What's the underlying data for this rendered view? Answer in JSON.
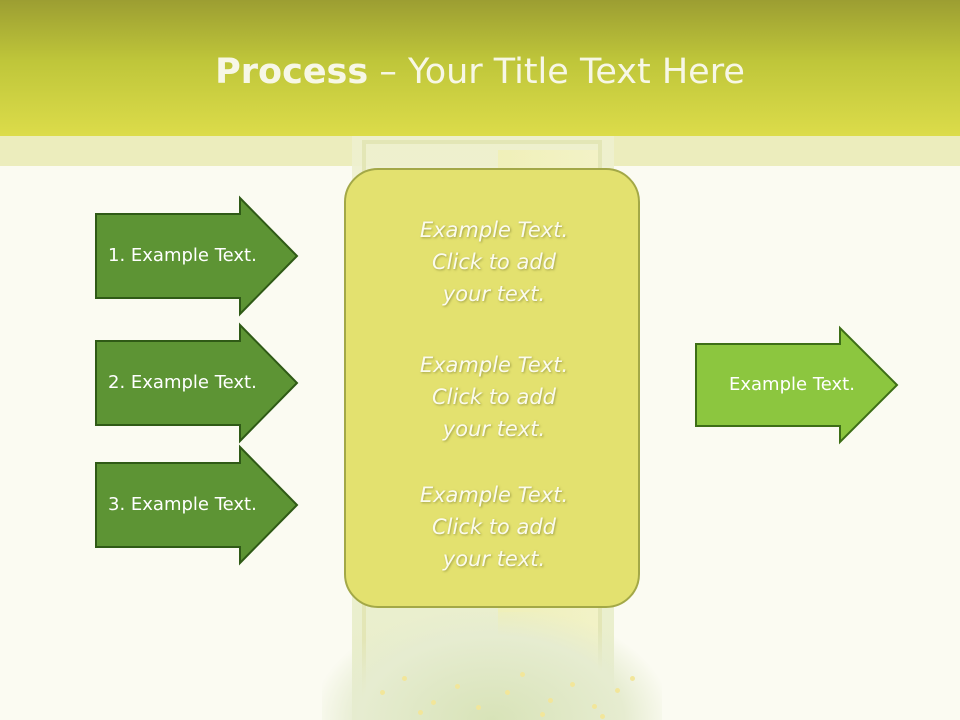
{
  "slide": {
    "title_bold": "Process",
    "title_rest": " – Your Title Text Here"
  },
  "left_arrows": [
    {
      "label": "1. Example Text."
    },
    {
      "label": "2. Example Text."
    },
    {
      "label": "3. Example Text."
    }
  ],
  "center_box": {
    "paragraphs": [
      {
        "line1": "Example Text.",
        "line2": "Click  to add",
        "line3": "your text."
      },
      {
        "line1": "Example Text.",
        "line2": "Click  to add",
        "line3": "your text."
      },
      {
        "line1": "Example Text.",
        "line2": "Click  to add",
        "line3": "your text."
      }
    ]
  },
  "right_arrow": {
    "label": "Example Text."
  },
  "colors": {
    "header_top": "#9c9e32",
    "header_bottom": "#dcdc4a",
    "dark_arrow": "#5d9434",
    "light_arrow": "#8cc63f",
    "center_box": "#e3e16f"
  }
}
